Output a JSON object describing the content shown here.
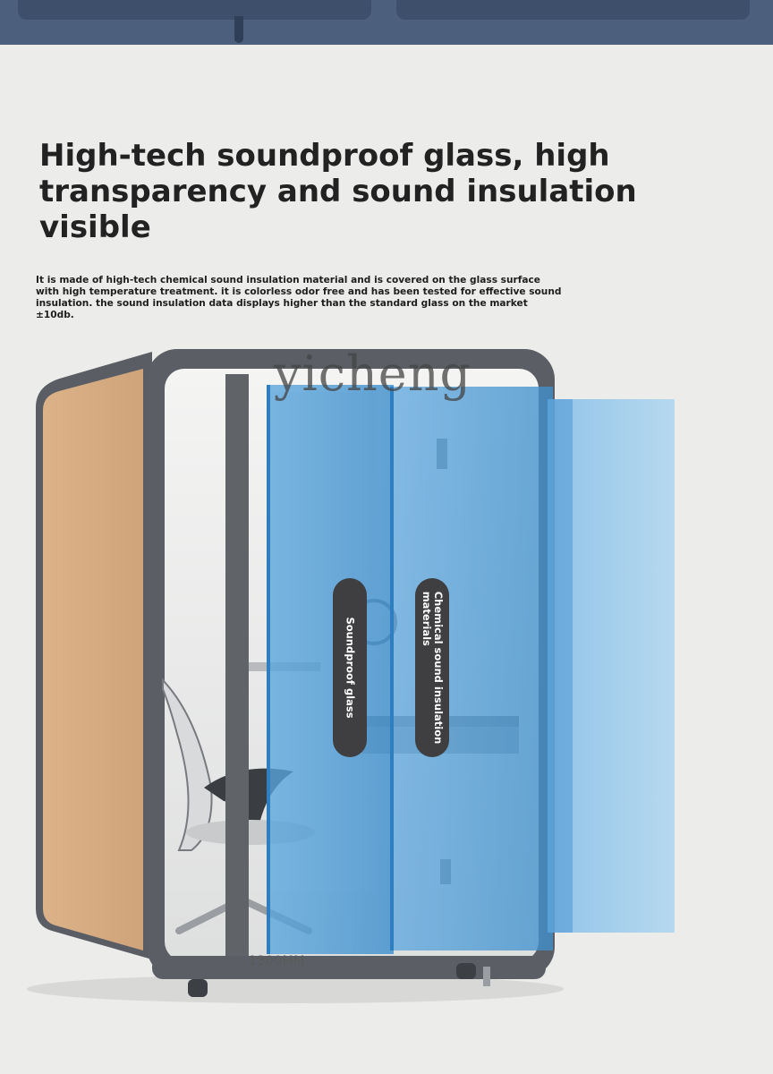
{
  "headline": "High-tech soundproof glass, high transparency and sound insulation visible",
  "body_copy": "It is made of high-tech chemical sound insulation material and is covered on the glass surface with high temperature treatment. it is colorless odor free and has been tested for effective sound insulation. the sound insulation data displays higher than the standard glass on the market ±10db.",
  "watermark": "yicheng",
  "labels": {
    "soundproof_glass": "Soundproof glass",
    "chemical_material_line1": "Chemical sound insulation",
    "chemical_material_line2": "materials"
  },
  "dimension_label": "1300MM",
  "colors": {
    "banner": "#4c5f7c",
    "background": "#ececea",
    "frame": "#5a5e64",
    "wood_panel": "#d9b088",
    "glass_blue": "#4f9ed8",
    "badge": "#3f3f41"
  }
}
